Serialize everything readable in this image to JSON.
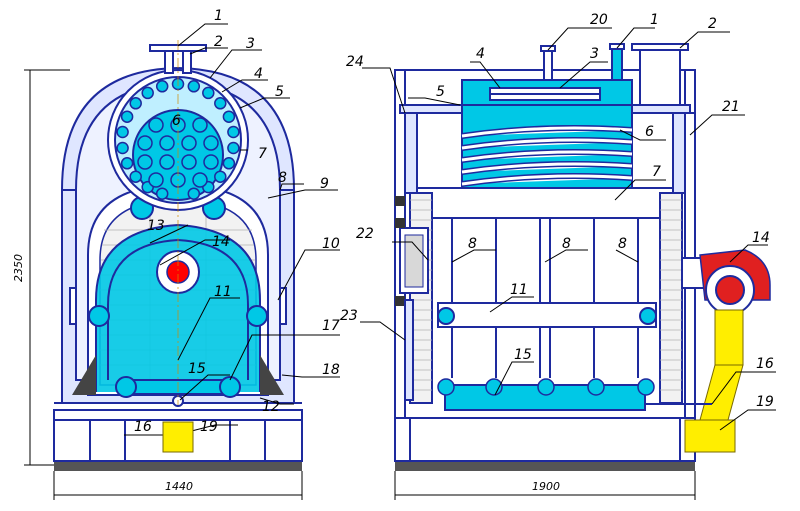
{
  "colors": {
    "water": "#00c8e6",
    "frame": "#1e2a9e",
    "insulation": "#dfe6ff",
    "brick": "#f2f2f2",
    "flame": "#ff0000",
    "burner": "#e02020",
    "hopper": "#ffee00",
    "pipe_fill": "#cfe8ff",
    "base": "#555555"
  },
  "front_view": {
    "labels": [
      "1",
      "2",
      "3",
      "4",
      "5",
      "6",
      "7",
      "8",
      "9",
      "10",
      "11",
      "12",
      "13",
      "14",
      "15",
      "16",
      "17",
      "18",
      "19"
    ],
    "dimension_height": "2350",
    "dimension_width": "1440"
  },
  "side_view": {
    "labels": [
      "1",
      "2",
      "3",
      "4",
      "5",
      "6",
      "7",
      "8",
      "8",
      "8",
      "11",
      "14",
      "15",
      "16",
      "19",
      "20",
      "21",
      "22",
      "23",
      "24"
    ],
    "dimension_width": "1900"
  }
}
